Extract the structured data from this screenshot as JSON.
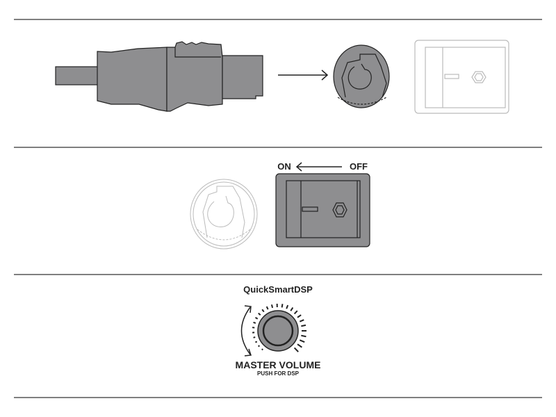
{
  "switch_labels": {
    "on": "ON",
    "off": "OFF"
  },
  "knob": {
    "brand": "QuickSmartDSP",
    "name": "MASTER VOLUME",
    "hint": "PUSH FOR DSP"
  },
  "colors": {
    "fill": "#8e8e90",
    "stroke": "#222222",
    "faded": "#c8c8c8"
  }
}
